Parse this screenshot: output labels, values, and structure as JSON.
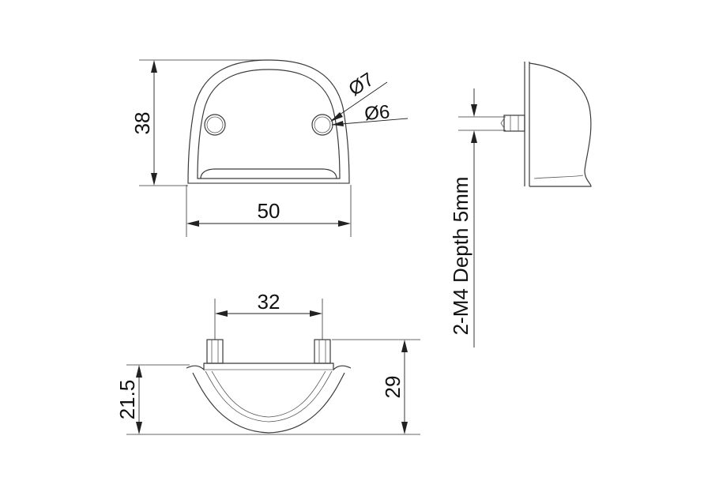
{
  "dimensions": {
    "top_height": "38",
    "top_width": "50",
    "hole_outer": "Ø7",
    "hole_inner": "Ø6",
    "thread_note": "2-M4 Depth 5mm",
    "hole_spacing": "32",
    "left_height": "21.5",
    "right_height": "29"
  }
}
